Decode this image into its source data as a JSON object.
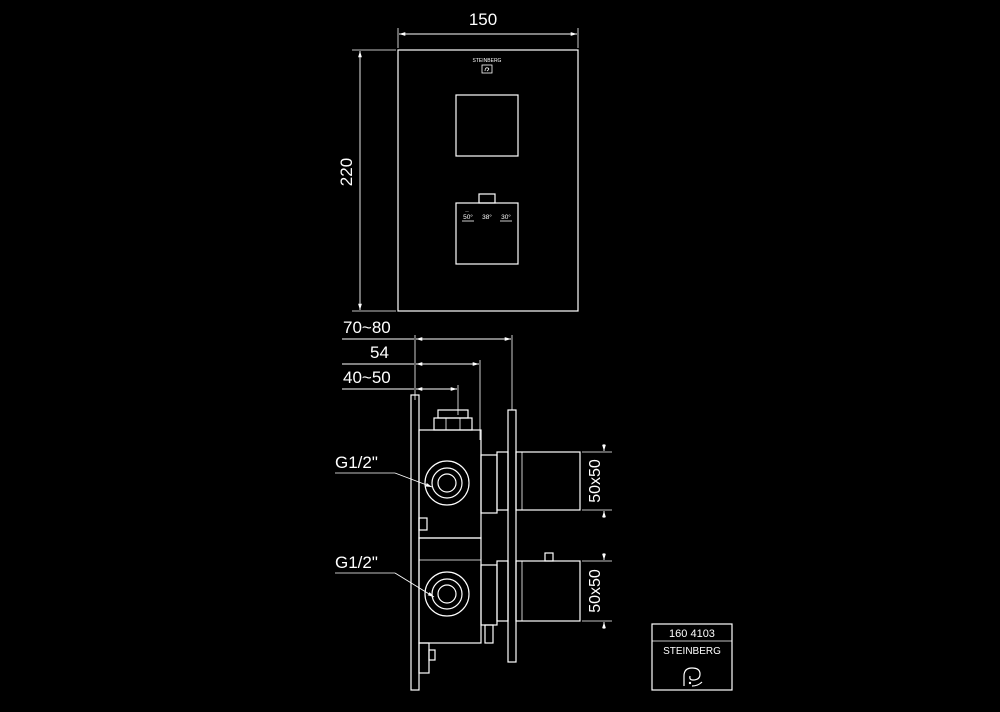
{
  "front_view": {
    "width_label": "150",
    "height_label": "220",
    "brand_mark": "STEINBERG",
    "temp_left": "50°",
    "temp_mid": "38°",
    "temp_right": "30°"
  },
  "side_view": {
    "dim_depth_total": "70~80",
    "dim_depth_mid": "54",
    "dim_depth_min": "40~50",
    "thread_top": "G1/2\"",
    "thread_bottom": "G1/2\"",
    "handle_top_size": "50x50",
    "handle_bottom_size": "50x50"
  },
  "title_block": {
    "article_number": "160 4103",
    "brand": "STEINBERG",
    "logo": "steinberg-logo-icon"
  },
  "colors": {
    "background": "#000000",
    "line": "#ffffff"
  }
}
